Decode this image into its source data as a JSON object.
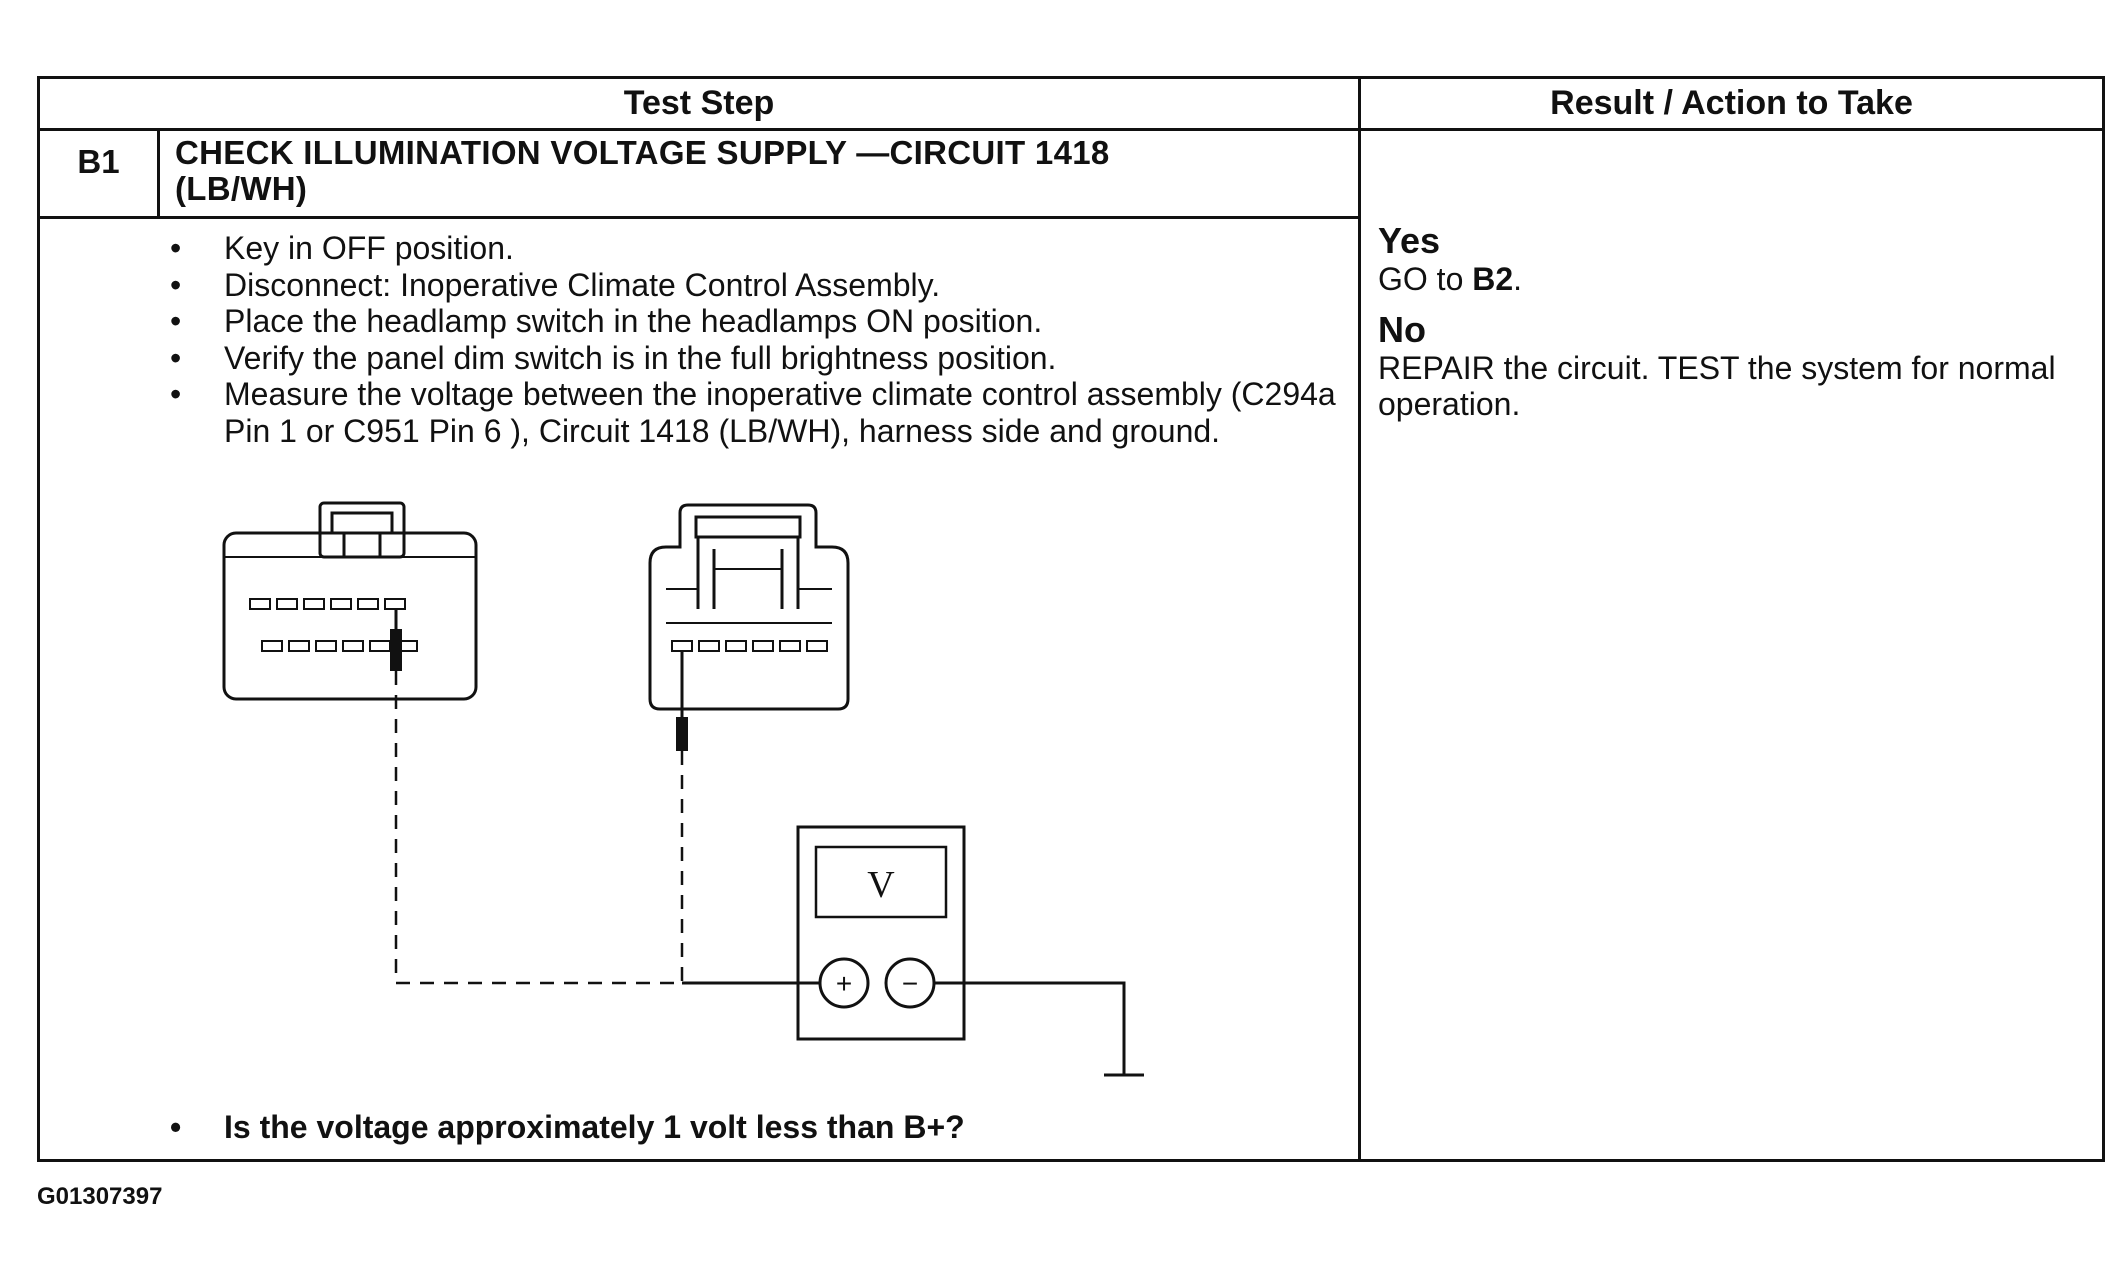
{
  "table": {
    "col_test_step": "Test Step",
    "col_result": "Result / Action to Take"
  },
  "step": {
    "id": "B1",
    "title_line1": "CHECK ILLUMINATION VOLTAGE SUPPLY —CIRCUIT 1418",
    "title_line2": "(LB/WH)",
    "bullets": [
      "Key in OFF position.",
      "Disconnect: Inoperative Climate Control Assembly.",
      "Place the headlamp switch in the headlamps ON position.",
      "Verify the panel dim switch is in the full brightness position.",
      "Measure the voltage between the inoperative climate control assembly (C294a Pin 1  or C951 Pin 6 ), Circuit 1418 (LB/WH), harness side and ground."
    ],
    "question": "Is the voltage approximately 1 volt less than B+?"
  },
  "result": {
    "yes_label": "Yes",
    "yes_action_prefix": "GO to ",
    "yes_action_target": "B2",
    "yes_action_suffix": ".",
    "no_label": "No",
    "no_action": "REPAIR the circuit. TEST the system for normal operation."
  },
  "diagram": {
    "meter_symbol": "V",
    "plus_symbol": "+",
    "minus_symbol": "−"
  },
  "footer": {
    "figure_id": "G01307397"
  }
}
